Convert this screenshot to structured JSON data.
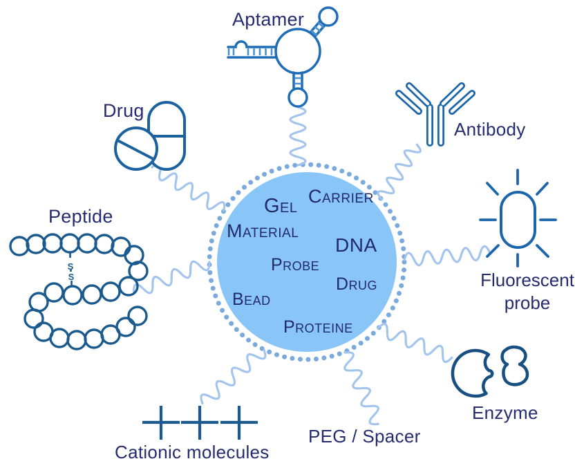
{
  "palette": {
    "background": "#ffffff",
    "particle_fill": "#8ac5f7",
    "dotted_ring": "#7aa9db",
    "linker": "#a3c4ec",
    "icon_blue": "#1b62a3",
    "aptamer_blue": "#1f6db6",
    "rung_blue": "#4792d2",
    "enzyme_blue": "#164f80",
    "label_text": "#242b6e",
    "center_text": "#202a69"
  },
  "center": {
    "words": [
      "Gel",
      "Carrier",
      "Material",
      "DNA",
      "Probe",
      "Drug",
      "Bead",
      "Proteine"
    ]
  },
  "labels": {
    "aptamer": "Aptamer",
    "drug": "Drug",
    "peptide": "Peptide",
    "antibody": "Antibody",
    "fluorescent_line1": "Fluorescent",
    "fluorescent_line2": "probe",
    "enzyme": "Enzyme",
    "peg_spacer": "PEG / Spacer",
    "cationic_molecules": "Cationic molecules"
  },
  "peptide_bridge": {
    "top": "S",
    "bottom": "S"
  }
}
